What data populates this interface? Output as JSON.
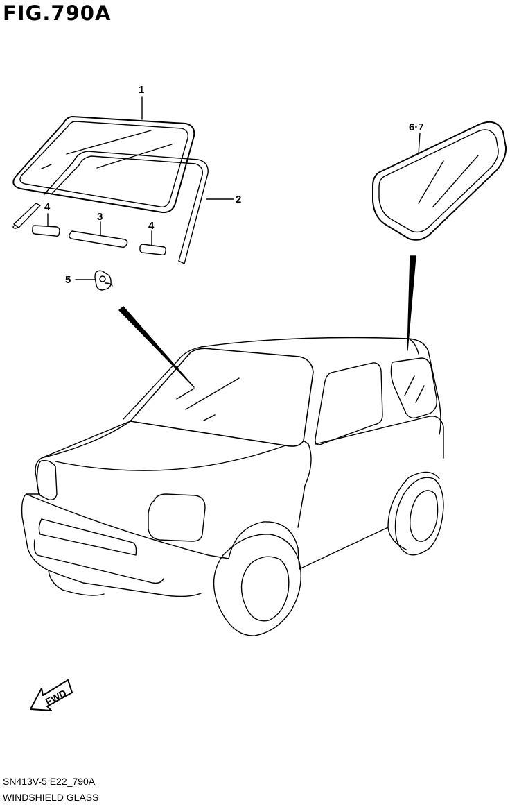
{
  "figure": {
    "title": "FIG.790A"
  },
  "callouts": {
    "c1": "1",
    "c2": "2",
    "c3": "3",
    "c4a": "4",
    "c4b": "4",
    "c5": "5",
    "c67": "6·7"
  },
  "fwd_label": "FWD",
  "footer": {
    "code": "SN413V-5 E22_790A",
    "name": "WINDSHIELD GLASS"
  }
}
